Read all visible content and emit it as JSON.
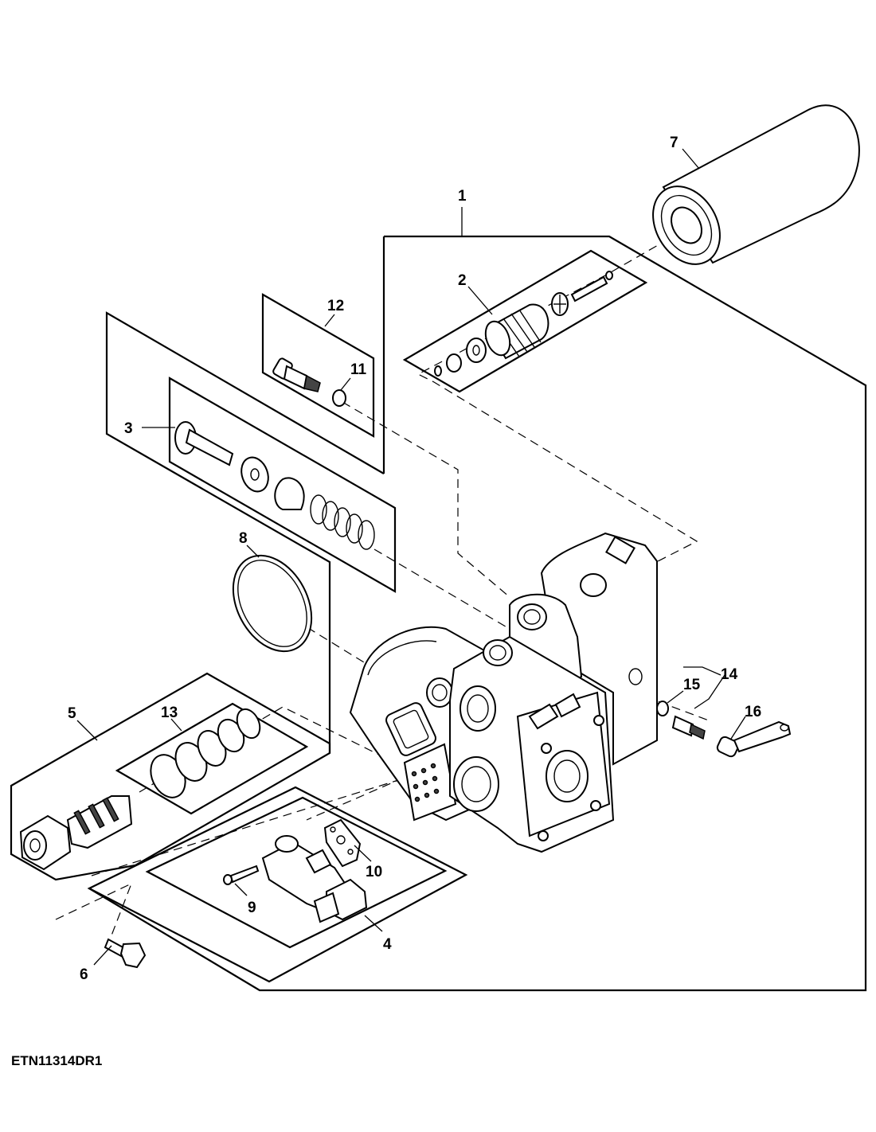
{
  "figure_code": "ETN11314DR1",
  "callouts": [
    "1",
    "2",
    "3",
    "4",
    "5",
    "6",
    "7",
    "8",
    "9",
    "10",
    "11",
    "12",
    "13",
    "14",
    "15",
    "16"
  ]
}
